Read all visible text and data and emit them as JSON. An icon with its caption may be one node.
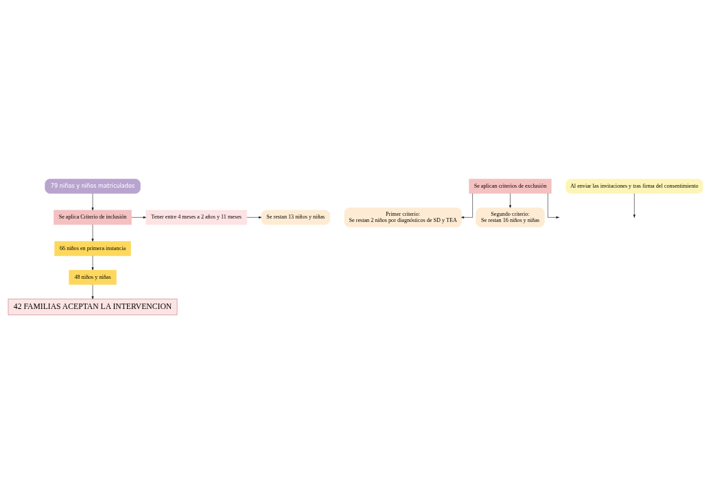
{
  "diagram": {
    "nodes": [
      {
        "text": [
          "79 niñas y niños matriculados"
        ]
      },
      {
        "text": [
          "Se aplica Criterio de inclusión"
        ]
      },
      {
        "text": [
          "Tener entre 4 meses a 2 años y 11 meses"
        ]
      },
      {
        "text": [
          "Se restan 13 niños y niñas"
        ]
      },
      {
        "text": [
          "66 niños en primera instancia"
        ]
      },
      {
        "text": [
          "Primer criterio:",
          "Se restan 2 niños por diagnósticos de SD y TEA"
        ]
      },
      {
        "text": [
          "Se aplican criterios de exclusión"
        ]
      },
      {
        "text": [
          "Segundo criterio:",
          "Se restan 16 niños y niñas"
        ]
      },
      {
        "text": [
          "48 niños y niñas"
        ]
      },
      {
        "text": [
          "Al enviar las invitaciones y tras firma del consentimiento"
        ]
      },
      {
        "text": [
          "42 FAMILIAS ACEPTAN LA INTERVENCION"
        ]
      }
    ],
    "edges": [
      {
        "from": 0,
        "to": 1,
        "arrow": "to"
      },
      {
        "from": 1,
        "to": 2,
        "arrow": "to"
      },
      {
        "from": 2,
        "to": 3,
        "arrow": "to"
      },
      {
        "from": 1,
        "to": 4,
        "arrow": "to"
      },
      {
        "from": 4,
        "to": 8,
        "arrow": "to"
      },
      {
        "from": 6,
        "to": null,
        "arrow": "to"
      },
      {
        "from": 6,
        "to": 5,
        "arrow": "to"
      },
      {
        "from": 6,
        "to": 7,
        "arrow": "to"
      },
      {
        "from": 8,
        "to": 10,
        "arrow": "to"
      },
      {
        "from": 9,
        "to": null,
        "arrow": "to"
      }
    ]
  }
}
